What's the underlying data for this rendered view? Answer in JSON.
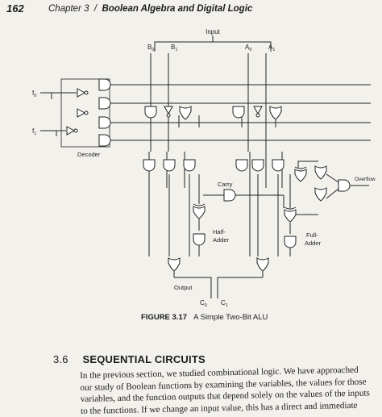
{
  "header": {
    "page_number": "162",
    "chapter_label": "Chapter 3",
    "separator": "/",
    "chapter_title": "Boolean Algebra and Digital Logic"
  },
  "figure": {
    "labels": {
      "input": "Input",
      "b0": "B",
      "b1": "B",
      "a0": "A",
      "a1": "A",
      "sub0": "0",
      "sub1": "1",
      "f0": "f",
      "f1": "f",
      "decoder": "Decoder",
      "carry": "Carry",
      "half_adder_line1": "Half-",
      "half_adder_line2": "Adder",
      "full_adder_line1": "Full-",
      "full_adder_line2": "Adder",
      "overflow": "Overflow",
      "output": "Output",
      "c0": "C",
      "c1": "C"
    },
    "caption_label": "FIGURE 3.17",
    "caption_text": "A Simple Two-Bit ALU"
  },
  "section": {
    "number": "3.6",
    "title": "SEQUENTIAL CIRCUITS"
  },
  "body_lines": [
    "In the previous section, we studied combinational logic. We have approached",
    "our study of Boolean functions by examining the variables, the values for those",
    "variables, and the function outputs that depend solely on the values of the inputs",
    "to the functions. If we change an input value, this has a direct and immediate"
  ]
}
